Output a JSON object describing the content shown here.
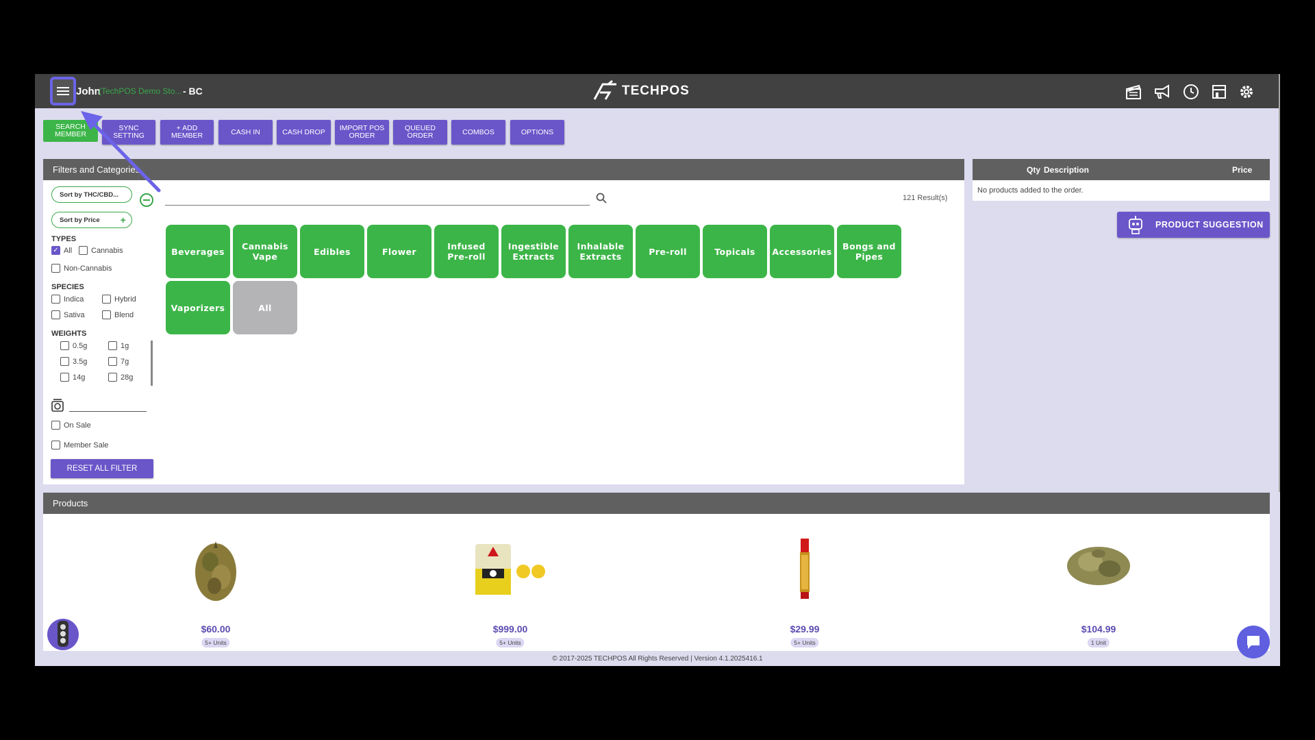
{
  "header": {
    "user_name": "John",
    "store_name": "(TechPOS Demo Sto...",
    "province": "- BC",
    "logo_text": "TECHPOS",
    "icons": [
      "clapperboard-icon",
      "megaphone-icon",
      "clock-icon",
      "store-icon",
      "gear-icon"
    ]
  },
  "toolbar": {
    "search_member": "SEARCH MEMBER",
    "sync_setting": "SYNC SETTING",
    "add_member": "+ ADD MEMBER",
    "cash_in": "CASH IN",
    "cash_drop": "CASH DROP",
    "import_pos_order": "IMPORT POS ORDER",
    "queued_order": "QUEUED ORDER",
    "combos": "COMBOS",
    "options": "OPTIONS"
  },
  "filters": {
    "title": "Filters and Categories",
    "sort_thc": "Sort by THC/CBD...",
    "sort_price": "Sort by Price",
    "types_heading": "TYPES",
    "types": [
      {
        "label": "All",
        "checked": true
      },
      {
        "label": "Cannabis",
        "checked": false
      },
      {
        "label": "Non-Cannabis",
        "checked": false
      }
    ],
    "species_heading": "SPECIES",
    "species": [
      {
        "label": "Indica",
        "checked": false
      },
      {
        "label": "Hybrid",
        "checked": false
      },
      {
        "label": "Sativa",
        "checked": false
      },
      {
        "label": "Blend",
        "checked": false
      }
    ],
    "weights_heading": "WEIGHTS",
    "weights": [
      {
        "label": "0.5g"
      },
      {
        "label": "1g"
      },
      {
        "label": "3.5g"
      },
      {
        "label": "7g"
      },
      {
        "label": "14g"
      },
      {
        "label": "28g"
      }
    ],
    "on_sale": "On Sale",
    "member_sale": "Member Sale",
    "reset": "RESET ALL FILTER"
  },
  "search": {
    "placeholder": "",
    "results": "121 Result(s)"
  },
  "categories": [
    "Beverages",
    "Cannabis Vape",
    "Edibles",
    "Flower",
    "Infused Pre-roll",
    "Ingestible Extracts",
    "Inhalable Extracts",
    "Pre-roll",
    "Topicals",
    "Accessories",
    "Bongs and Pipes",
    "Vaporizers",
    "All"
  ],
  "order": {
    "qty": "Qty",
    "description": "Description",
    "price": "Price",
    "empty": "No products added to the order.",
    "suggest": "PRODUCT SUGGESTION"
  },
  "products": {
    "title": "Products",
    "items": [
      {
        "price": "$60.00",
        "units": "5+ Units",
        "image": "flower-bud"
      },
      {
        "price": "$999.00",
        "units": "5+ Units",
        "image": "gummies-pack"
      },
      {
        "price": "$29.99",
        "units": "5+ Units",
        "image": "vape-cartridge"
      },
      {
        "price": "$104.99",
        "units": "1 Unit",
        "image": "flower-bud"
      }
    ]
  },
  "footer": "© 2017-2025 TECHPOS All Rights Reserved | Version 4.1.2025416.1",
  "colors": {
    "primary": "#6a56c9",
    "green": "#3cb548",
    "header": "#414141",
    "background": "#dddbee"
  }
}
